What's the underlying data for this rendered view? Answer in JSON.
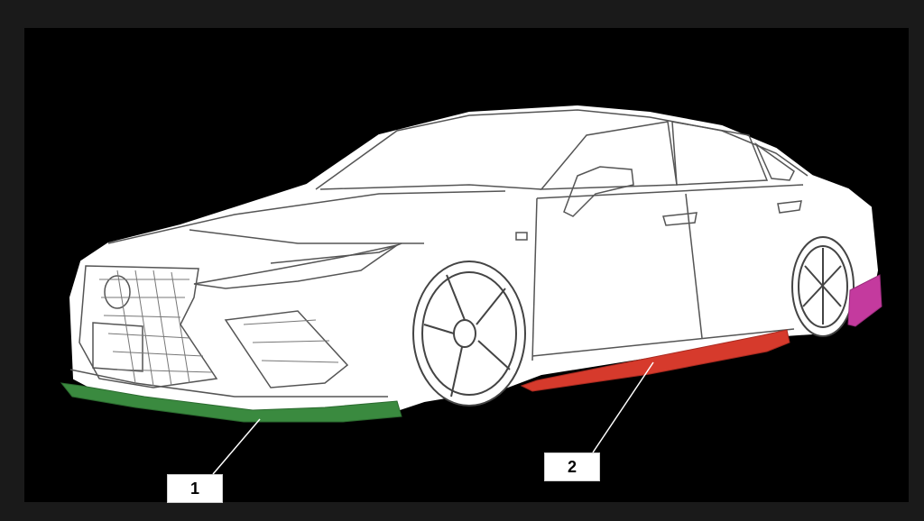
{
  "callouts": [
    {
      "number": "1",
      "part": "front-lip-spoiler"
    },
    {
      "number": "2",
      "part": "side-skirt"
    }
  ],
  "colors": {
    "background": "#1a1a1a",
    "panel": "#000000",
    "line": "#ffffff",
    "body": "#ffffff",
    "front_spoiler": "#3a8a3f",
    "side_skirt": "#d63a2c",
    "rear_diffuser": "#c43a9e",
    "callout_box": "#ffffff",
    "callout_text": "#000000"
  }
}
